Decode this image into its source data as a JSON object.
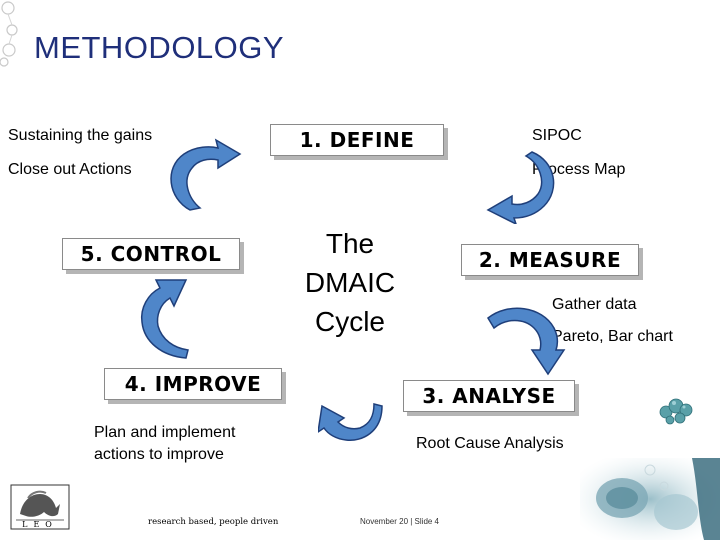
{
  "slide": {
    "title": "METHODOLOGY",
    "center": [
      "The",
      "DMAIC",
      "Cycle"
    ],
    "phases": {
      "define": "1. DEFINE",
      "measure": "2. MEASURE",
      "analyse": "3. ANALYSE",
      "improve": "4. IMPROVE",
      "control": "5. CONTROL"
    },
    "notes": {
      "sipoc": "SIPOC",
      "process_map": "Process Map",
      "gather_data": "Gather data",
      "pareto": "Pareto, Bar chart",
      "root_cause": "Root Cause Analysis",
      "plan_implement": "Plan and implement actions to improve",
      "sustaining": "Sustaining the gains",
      "close_out": "Close out Actions"
    },
    "footer": {
      "tagline": "research based, people driven",
      "date_slide": "November 20 | Slide 4",
      "logo_text": "LEO"
    }
  },
  "colors": {
    "title": "#1f2f7a",
    "arrow_fill": "#4f86c9",
    "arrow_stroke": "#1f3f7a"
  }
}
